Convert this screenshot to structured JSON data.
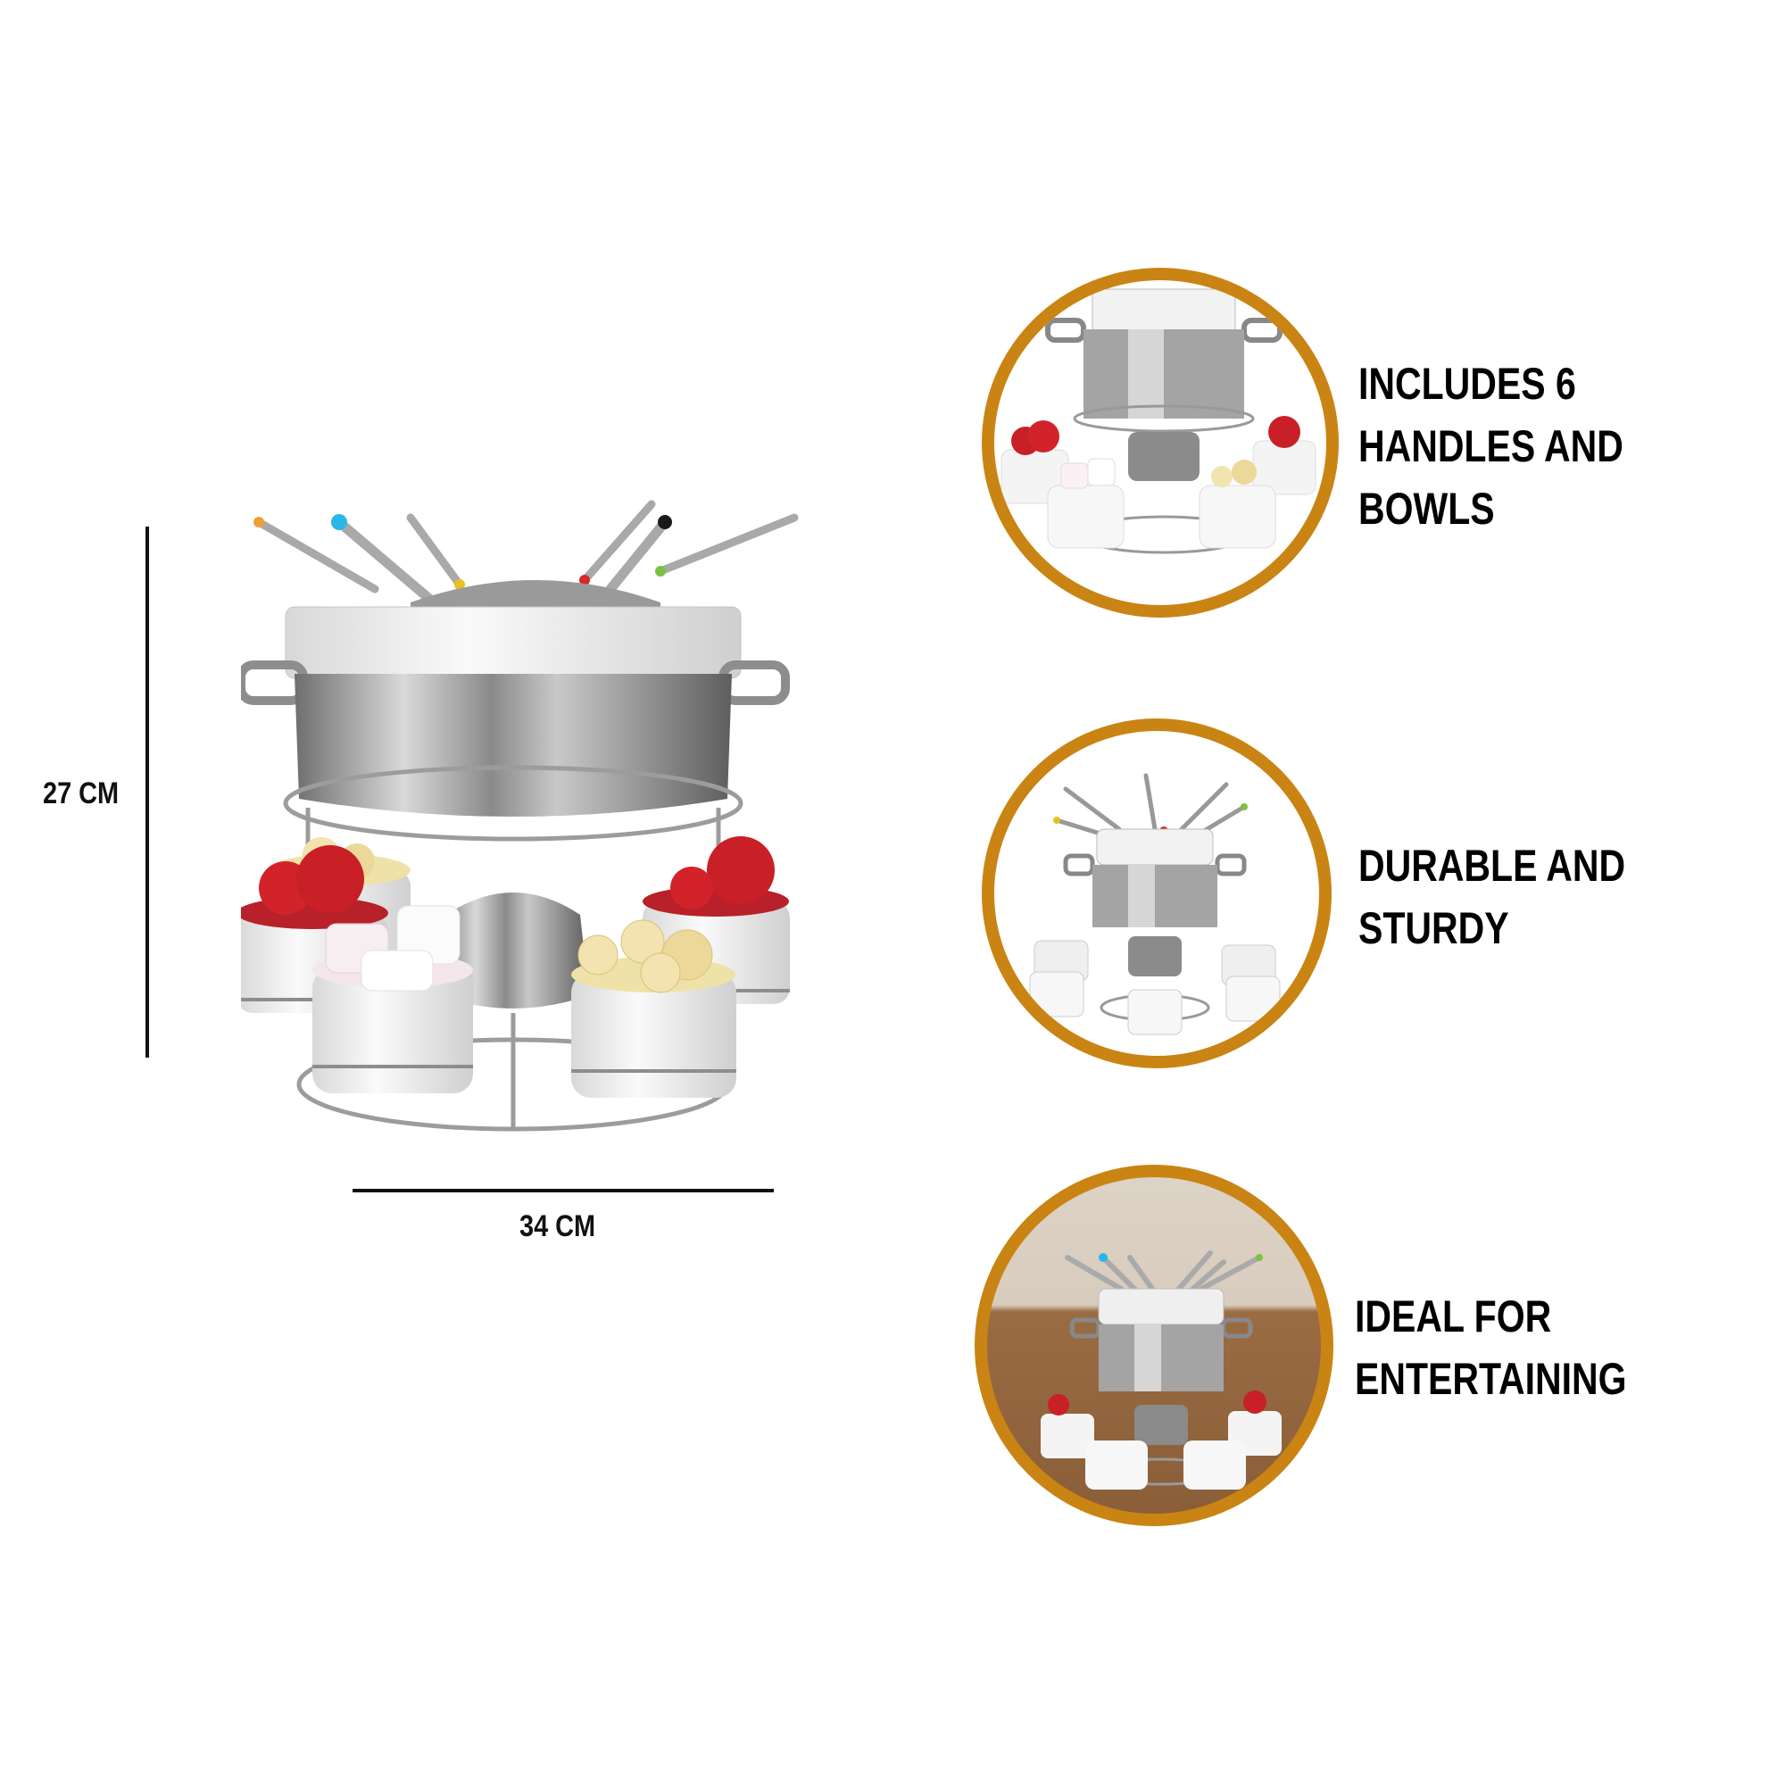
{
  "dimensions": {
    "height_label": "27 CM",
    "width_label": "34 CM"
  },
  "product": {
    "name": "fondue-set",
    "fork_tip_colors": [
      "#f0a030",
      "#29b6e8",
      "#e8c020",
      "#d62828",
      "#1a1a1a",
      "#7cc242"
    ],
    "bowl_contents": [
      "strawberries",
      "bananas",
      "marshmallows",
      "bananas",
      "strawberries",
      "marshmallows"
    ]
  },
  "features": [
    {
      "lines": [
        "INCLUDES 6",
        "HANDLES AND",
        "BOWLS"
      ],
      "image": "product-on-white"
    },
    {
      "lines": [
        "DURABLE AND",
        "STURDY"
      ],
      "image": "product-with-forks-in-bowls"
    },
    {
      "lines": [
        "IDEAL FOR",
        "ENTERTAINING"
      ],
      "image": "product-on-table"
    }
  ],
  "colors": {
    "accent_ring": "#c98414",
    "text": "#000000",
    "background": "#ffffff"
  }
}
